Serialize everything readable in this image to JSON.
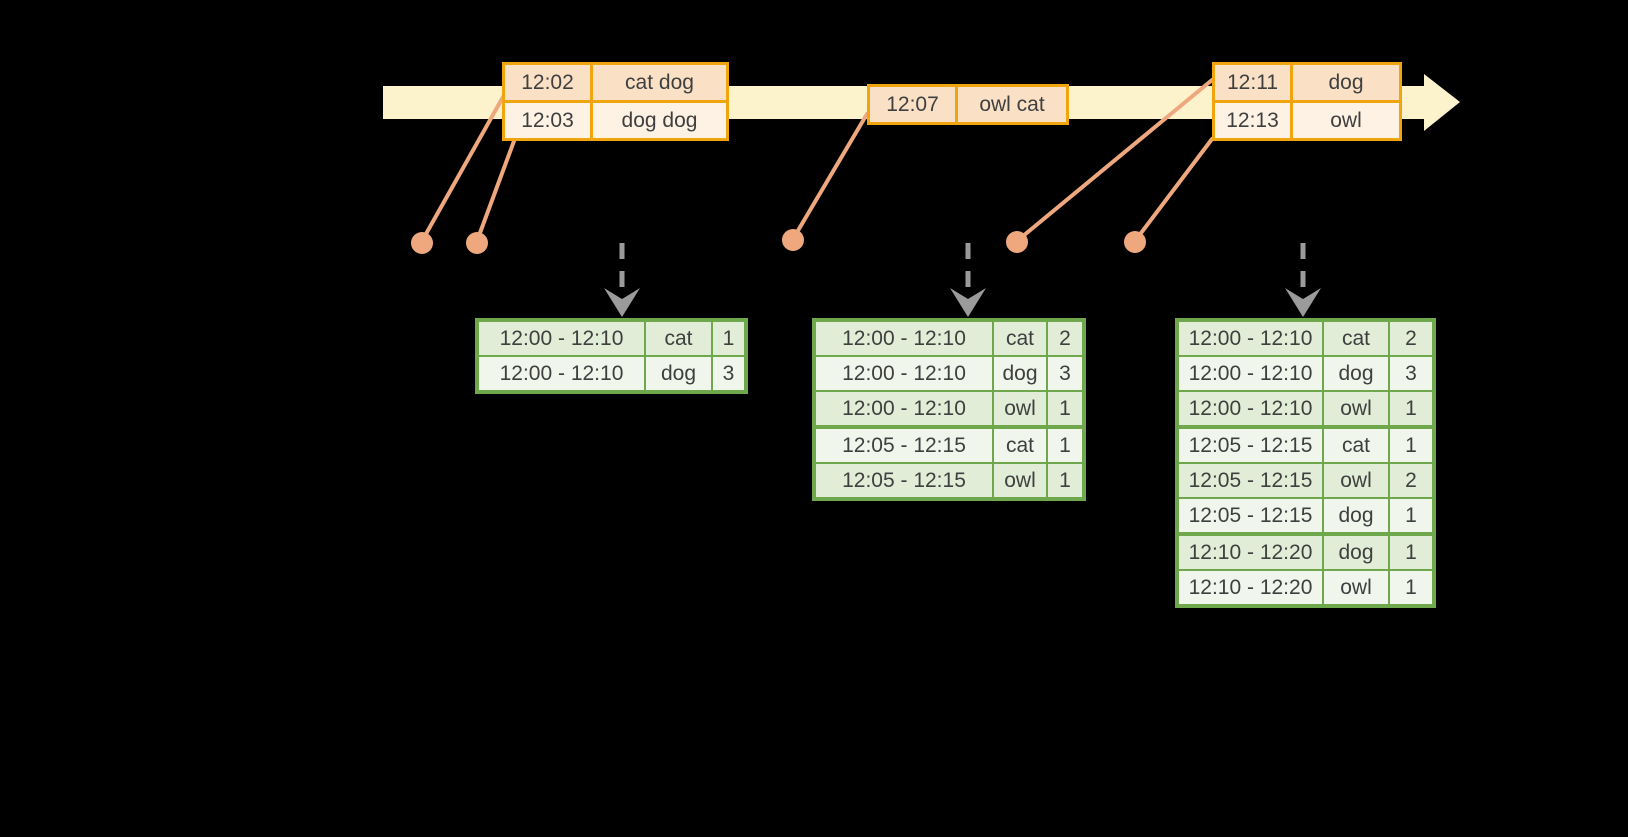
{
  "colors": {
    "background": "#000000",
    "timeline_fill": "#FCF2CC",
    "event_border": "#F0A50F",
    "event_row_dark": "#FAE1C6",
    "event_row_light": "#FDF2E4",
    "connector": "#EFA87E",
    "result_border": "#6FA84C",
    "result_row_dark": "#E1EDD7",
    "result_row_light": "#F0F6EB",
    "trigger_arrow": "#9B9B9B",
    "text": "#3F3F3F"
  },
  "timeline": {
    "events": [
      {
        "rows": [
          {
            "time": "12:02",
            "words": "cat dog"
          },
          {
            "time": "12:03",
            "words": "dog dog"
          }
        ]
      },
      {
        "rows": [
          {
            "time": "12:07",
            "words": "owl cat"
          }
        ]
      },
      {
        "rows": [
          {
            "time": "12:11",
            "words": "dog"
          },
          {
            "time": "12:13",
            "words": "owl"
          }
        ]
      }
    ]
  },
  "results": [
    {
      "rows": [
        {
          "window": "12:00 - 12:10",
          "word": "cat",
          "count": "1"
        },
        {
          "window": "12:00 - 12:10",
          "word": "dog",
          "count": "3"
        }
      ]
    },
    {
      "rows": [
        {
          "window": "12:00 - 12:10",
          "word": "cat",
          "count": "2"
        },
        {
          "window": "12:00 - 12:10",
          "word": "dog",
          "count": "3"
        },
        {
          "window": "12:00 - 12:10",
          "word": "owl",
          "count": "1"
        },
        {
          "window": "12:05 - 12:15",
          "word": "cat",
          "count": "1"
        },
        {
          "window": "12:05 - 12:15",
          "word": "owl",
          "count": "1"
        }
      ]
    },
    {
      "rows": [
        {
          "window": "12:00 - 12:10",
          "word": "cat",
          "count": "2"
        },
        {
          "window": "12:00 - 12:10",
          "word": "dog",
          "count": "3"
        },
        {
          "window": "12:00 - 12:10",
          "word": "owl",
          "count": "1"
        },
        {
          "window": "12:05 - 12:15",
          "word": "cat",
          "count": "1"
        },
        {
          "window": "12:05 - 12:15",
          "word": "owl",
          "count": "2"
        },
        {
          "window": "12:05 - 12:15",
          "word": "dog",
          "count": "1"
        },
        {
          "window": "12:10 - 12:20",
          "word": "dog",
          "count": "1"
        },
        {
          "window": "12:10 - 12:20",
          "word": "owl",
          "count": "1"
        }
      ]
    }
  ]
}
